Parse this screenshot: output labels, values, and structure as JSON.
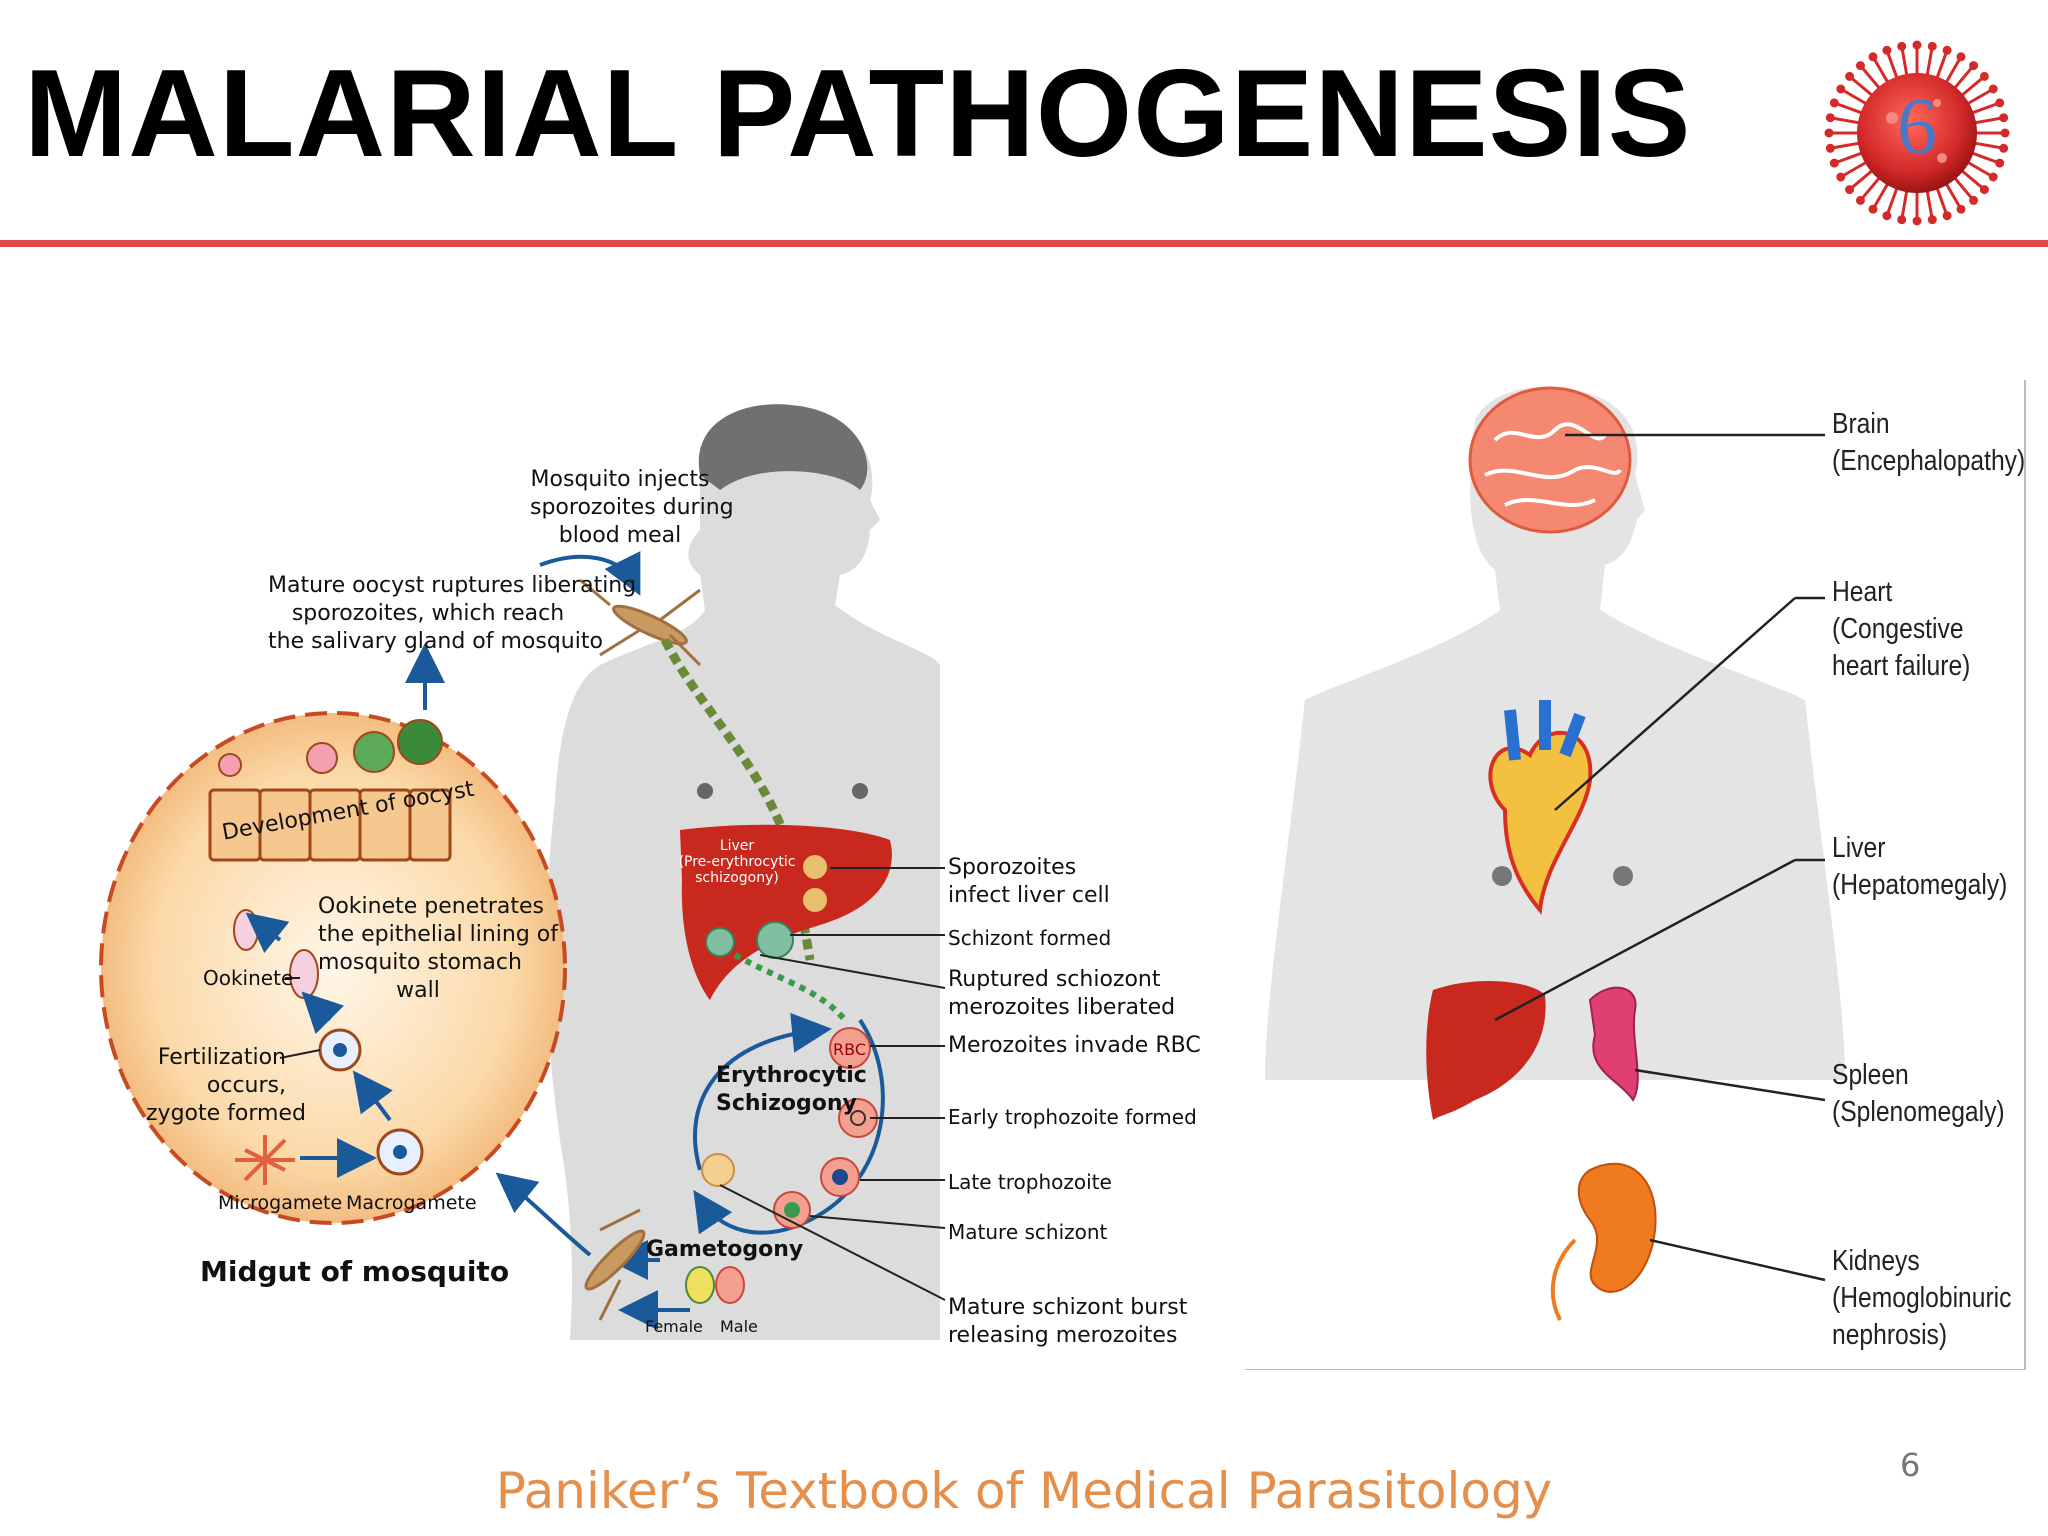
{
  "slide": {
    "title": "MALARIAL PATHOGENESIS",
    "badge_number": "6",
    "footer": "Paniker’s Textbook of Medical Parasitology",
    "page_number": "6"
  },
  "life_cycle": {
    "mosquito_injects": [
      "Mosquito injects",
      "sporozoites during",
      "blood meal"
    ],
    "oocyst_ruptures": [
      "Mature oocyst ruptures liberating",
      "sporozoites, which reach",
      "the salivary gland of mosquito"
    ],
    "development_of_oocyst": "Development of oocyst",
    "ookinete_penetrates": [
      "Ookinete penetrates",
      "the epithelial lining of",
      "mosquito stomach",
      "wall"
    ],
    "ookinete": "Ookinete",
    "fertilization": [
      "Fertilization",
      "occurs,",
      "zygote formed"
    ],
    "microgamete": "Microgamete",
    "macrogamete": "Macrogamete",
    "midgut": "Midgut of mosquito",
    "liver_label": [
      "Liver",
      "(Pre-erythrocytic",
      "schizogony)"
    ],
    "sporozoites_infect": [
      "Sporozoites",
      "infect liver cell"
    ],
    "schizont_formed": "Schizont formed",
    "ruptured_schizont": [
      "Ruptured schiozont",
      "merozoites liberated"
    ],
    "rbc": "RBC",
    "merozoites_invade": "Merozoites invade RBC",
    "erythrocytic": [
      "Erythrocytic",
      "Schizogony"
    ],
    "early_trophozoite": "Early trophozoite formed",
    "late_trophozoite": "Late trophozoite",
    "mature_schizont": "Mature schizont",
    "gametogony": "Gametogony",
    "female": "Female",
    "male": "Male",
    "schizont_burst": [
      "Mature schizont burst",
      "releasing merozoites"
    ]
  },
  "organs": {
    "brain": [
      "Brain",
      "(Encephalopathy)"
    ],
    "heart": [
      "Heart",
      "(Congestive",
      "heart failure)"
    ],
    "liver": [
      "Liver",
      "(Hepatomegaly)"
    ],
    "spleen": [
      "Spleen",
      "(Splenomegaly)"
    ],
    "kidneys": [
      "Kidneys",
      "(Hemoglobinuric",
      "nephrosis)"
    ]
  },
  "colors": {
    "title": "#000000",
    "rule": "#e04848",
    "footer": "#e4904c",
    "badge": "#d42a2a",
    "badge_number": "#4a78c8",
    "liver": "#c8281e",
    "body": "#dcdcdc",
    "arrow": "#1b5a9a"
  }
}
